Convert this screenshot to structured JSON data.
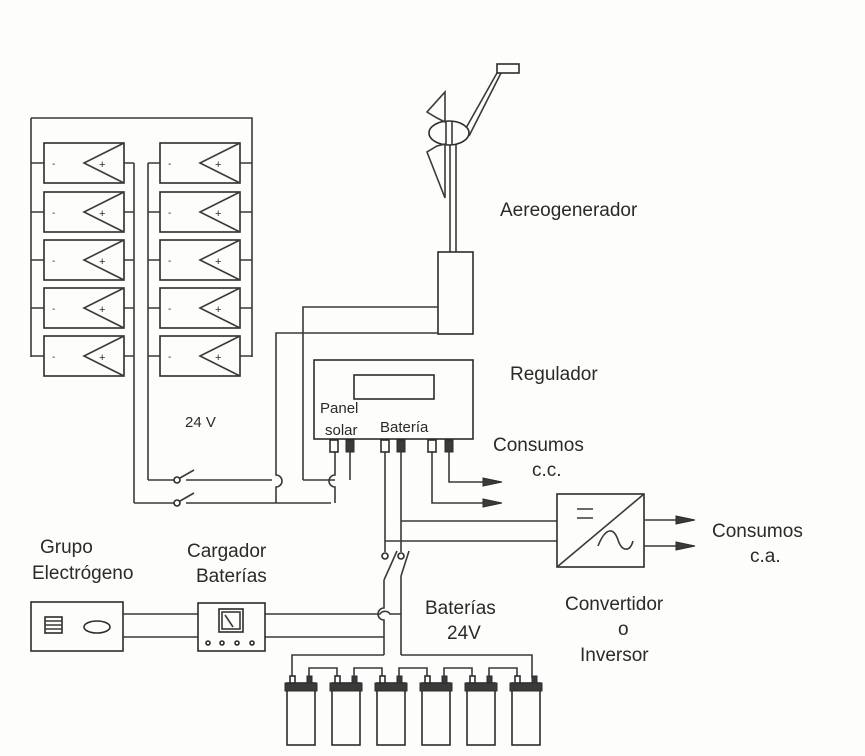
{
  "labels": {
    "wind_generator": "Aereogenerador",
    "regulator": "Regulador",
    "panel_terminal_1": "Panel",
    "panel_terminal_2": "solar",
    "battery_terminal": "Batería",
    "dc_loads_1": "Consumos",
    "dc_loads_2": "c.c.",
    "ac_loads_1": "Consumos",
    "ac_loads_2": "c.a.",
    "array_voltage": "24 V",
    "generator_1": "Grupo",
    "generator_2": "Electrógeno",
    "charger_1": "Cargador",
    "charger_2": "Baterías",
    "batteries_1": "Baterías",
    "batteries_2": "24V",
    "inverter_1": "Convertidor",
    "inverter_2": "o",
    "inverter_3": "Inversor"
  },
  "panel_symbols": {
    "negative": "-",
    "positive": "+"
  },
  "solar_panels": {
    "columns": 2,
    "rows": 5
  },
  "battery_count": 6,
  "colors": {
    "line": "#3a3a3a",
    "background": "#fdfdfb"
  }
}
